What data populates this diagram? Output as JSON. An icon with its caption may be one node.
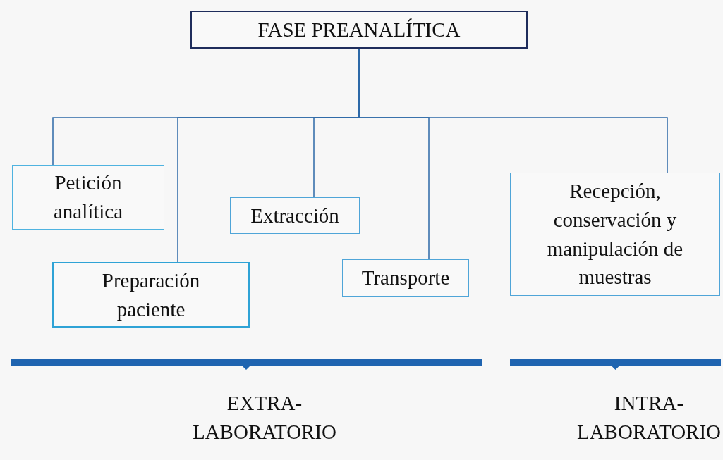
{
  "diagram": {
    "nodes": [
      {
        "text": [
          "FASE PREANALÍTICA"
        ]
      },
      {
        "text": [
          "Petición analítica"
        ]
      },
      {
        "text": [
          "Preparación paciente"
        ]
      },
      {
        "text": [
          "Extracción"
        ]
      },
      {
        "text": [
          "Transporte"
        ]
      },
      {
        "text": [
          "Recepción, conservación y manipulación de muestras"
        ]
      }
    ],
    "edges": [
      {
        "from": 0,
        "to": 1,
        "arrow": "none"
      },
      {
        "from": 0,
        "to": 2,
        "arrow": "none"
      },
      {
        "from": 0,
        "to": 3,
        "arrow": "none"
      },
      {
        "from": 0,
        "to": 4,
        "arrow": "none"
      },
      {
        "from": 0,
        "to": 5,
        "arrow": "none"
      }
    ],
    "labels": [
      "EXTRA- LABORATORIO",
      "INTRA- LABORATORIO"
    ]
  }
}
